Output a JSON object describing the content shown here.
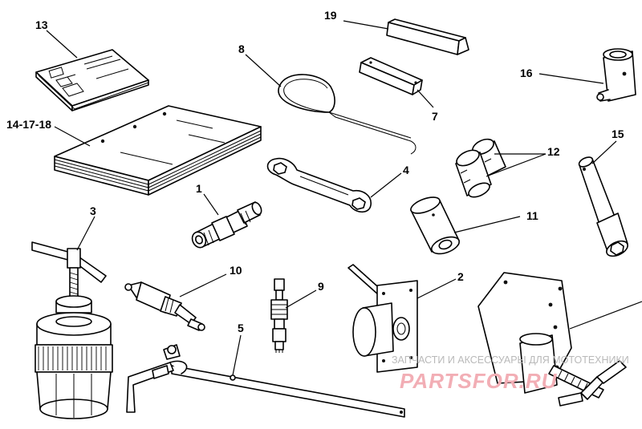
{
  "callouts": {
    "c13": "13",
    "c14": "14-17-18",
    "c19": "19",
    "c8": "8",
    "c7": "7",
    "c16": "16",
    "c15": "15",
    "c12": "12",
    "c4": "4",
    "c1": "1",
    "c11": "11",
    "c3": "3",
    "c10": "10",
    "c9": "9",
    "c2": "2",
    "c5": "5"
  },
  "watermark": {
    "caption": "ЗАПЧАСТИ И АКСЕССУАРЫ ДЛЯ МОТОТЕХНИКИ",
    "logo": "PARTSFOR.RU"
  },
  "colors": {
    "ink": "#000000",
    "watermark_text": "#b9b9b9",
    "watermark_logo": "#f2aeb5"
  }
}
